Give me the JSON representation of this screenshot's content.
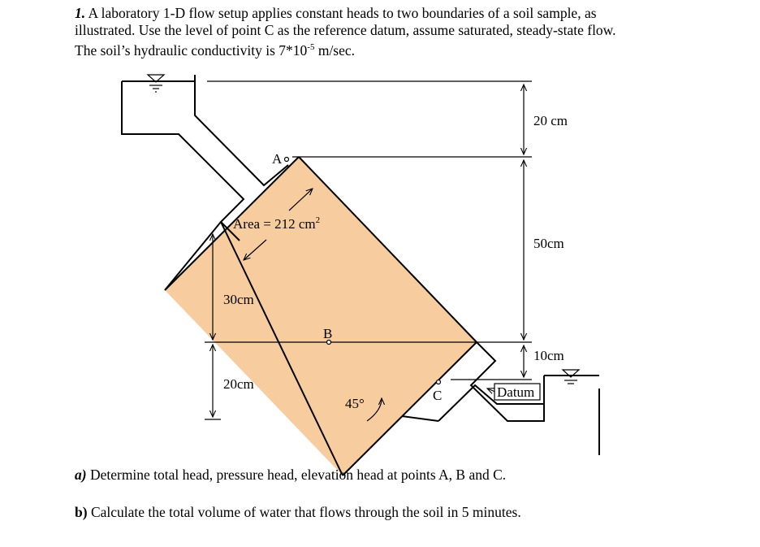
{
  "problem": {
    "number": "1.",
    "line1": "A laboratory 1-D flow setup applies constant heads to two boundaries of a soil sample, as",
    "line2": "illustrated. Use the level of point C as the reference datum, assume saturated, steady-state flow.",
    "line3_prefix": "The soil’s hydraulic conductivity is  7*10",
    "line3_exp": "-5",
    "line3_suffix": " m/sec."
  },
  "figure": {
    "point_a": "A",
    "point_b": "B",
    "point_c": "C",
    "area_label": "Area = 212 cm",
    "area_exp": "2",
    "dim_20cm_right": "20 cm",
    "dim_50cm": "50cm",
    "dim_10cm": "10cm",
    "dim_30cm": "30cm",
    "dim_20cm_left": "20cm",
    "angle": "45°",
    "datum": "Datum",
    "soil_color": "#f7cda0"
  },
  "questions": {
    "a_label": "a)",
    "a_text": " Determine total head, pressure head, elevation head at points A, B and C.",
    "b_label": "b)",
    "b_text": " Calculate the total volume of water that flows through the soil in 5 minutes."
  }
}
